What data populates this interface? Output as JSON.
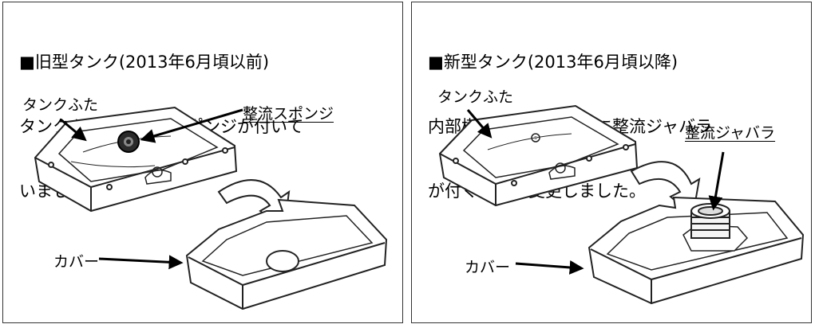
{
  "panels": [
    {
      "heading_lines": [
        "■旧型タンク(2013年6月頃以前)",
        "タンクふた底に整流スポンジが付いて",
        "いました。"
      ],
      "labels": {
        "lid": "タンクふた",
        "part": "整流スポンジ",
        "cover": "カバー"
      }
    },
    {
      "heading_lines": [
        "■新型タンク(2013年6月頃以降)",
        "内部樹脂タンクカバーに整流ジャバラ",
        "が付く仕様に変更しました。"
      ],
      "labels": {
        "lid": "タンクふた",
        "part": "整流ジャバラ",
        "cover": "カバー"
      }
    }
  ]
}
